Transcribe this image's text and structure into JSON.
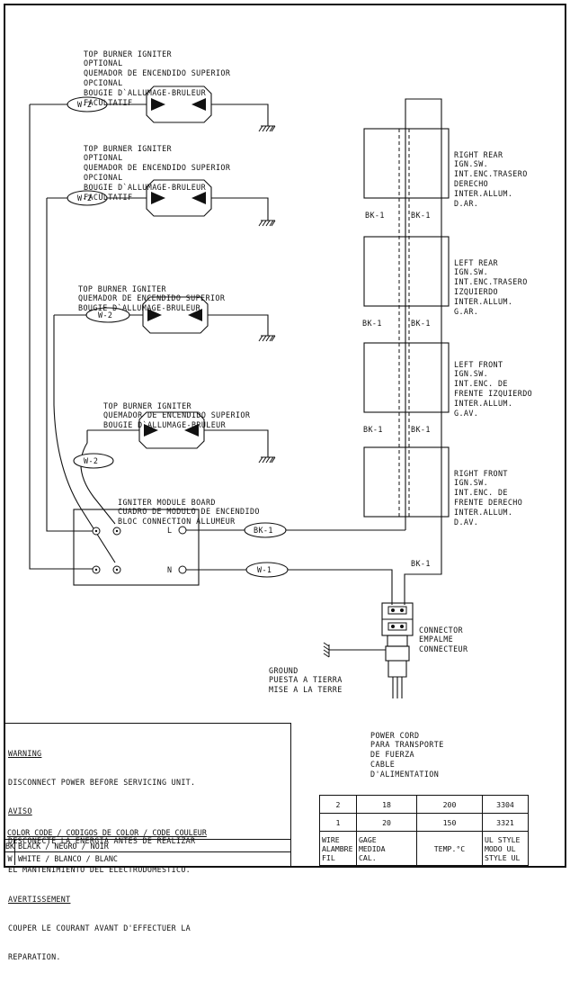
{
  "igniters": {
    "right_rear_top": [
      "TOP BURNER IGNITER",
      "OPTIONAL",
      "QUEMADOR DE ENCENDIDO SUPERIOR",
      "OPCIONAL",
      "BOUGIE D`ALLUMAGE-BRULEUR",
      "FACULTATIF"
    ],
    "left_rear_top": [
      "TOP BURNER IGNITER",
      "OPTIONAL",
      "QUEMADOR DE ENCENDIDO SUPERIOR",
      "OPCIONAL",
      "BOUGIE D`ALLUMAGE-BRULEUR",
      "FACULTATIF"
    ],
    "third": [
      "TOP BURNER IGNITER",
      "QUEMADOR DE ENCENDIDO SUPERIOR",
      "BOUGIE D`ALLUMAGE-BRULEUR"
    ],
    "fourth": [
      "TOP BURNER IGNITER",
      "QUEMADOR DE ENCENDIDO SUPERIOR",
      "BOUGIE D`ALLUMAGE-BRULEUR"
    ]
  },
  "wire_labels": {
    "w2": "W-2",
    "bk1": "BK-1",
    "w1": "W-1",
    "l": "L",
    "n": "N"
  },
  "switches": {
    "right_rear": [
      "RIGHT REAR",
      "IGN.SW.",
      "INT.ENC.TRASERO",
      "DERECHO",
      "INTER.ALLUM.",
      "D.AR."
    ],
    "left_rear": [
      "LEFT REAR",
      "IGN.SW.",
      "INT.ENC.TRASERO",
      "IZQUIERDO",
      "INTER.ALLUM.",
      "G.AR."
    ],
    "left_front": [
      "LEFT FRONT",
      "IGN.SW.",
      "INT.ENC. DE",
      "FRENTE IZQUIERDO",
      "INTER.ALLUM.",
      "G.AV."
    ],
    "right_front": [
      "RIGHT FRONT",
      "IGN.SW.",
      "INT.ENC. DE",
      "FRENTE DERECHO",
      "INTER.ALLUM.",
      "D.AV."
    ]
  },
  "module": [
    "IGNITER MODULE BOARD",
    "CUADRO DE MODULO DE ENCENDIDO",
    "BLOC CONNECTION ALLUMEUR"
  ],
  "connector": [
    "CONNECTOR",
    "EMPALME",
    "CONNECTEUR"
  ],
  "ground": [
    "GROUND",
    "PUESTA A TIERRA",
    "MISE A LA TERRE"
  ],
  "power_cord": [
    "POWER CORD",
    "PARA TRANSPORTE",
    "DE FUERZA",
    "CABLE",
    "D'ALIMENTATION"
  ],
  "warning": {
    "title_en": "WARNING",
    "text_en": "DISCONNECT POWER BEFORE SERVICING UNIT.",
    "title_es": "AVISO",
    "text_es": [
      "DESCONECTE LA ENERGIA ANTES DE REALIZAR",
      "EL MANTENIMIENTO DEL ELECTRODOMESTICO."
    ],
    "title_fr": "AVERTISSEMENT",
    "text_fr": [
      "COUPER LE COURANT AVANT D'EFFECTUER LA",
      "REPARATION."
    ]
  },
  "color_code": {
    "header": "COLOR CODE / CODIGOS DE COLOR / CODE COULEUR",
    "rows": [
      {
        "code": "BK",
        "value": "BLACK  /  NEGRO / NOIR"
      },
      {
        "code": "W",
        "value": "WHITE  /  BLANCO / BLANC"
      }
    ]
  },
  "wire_table": {
    "rows": [
      [
        "2",
        "18",
        "200",
        "3304"
      ],
      [
        "1",
        "20",
        "150",
        "3321"
      ]
    ],
    "header": [
      "WIRE\nALAMBRE\nFIL",
      "GAGE\nMEDIDA\nCAL.",
      "TEMP.°C",
      "UL STYLE\nMODO UL\nSTYLE UL"
    ]
  }
}
